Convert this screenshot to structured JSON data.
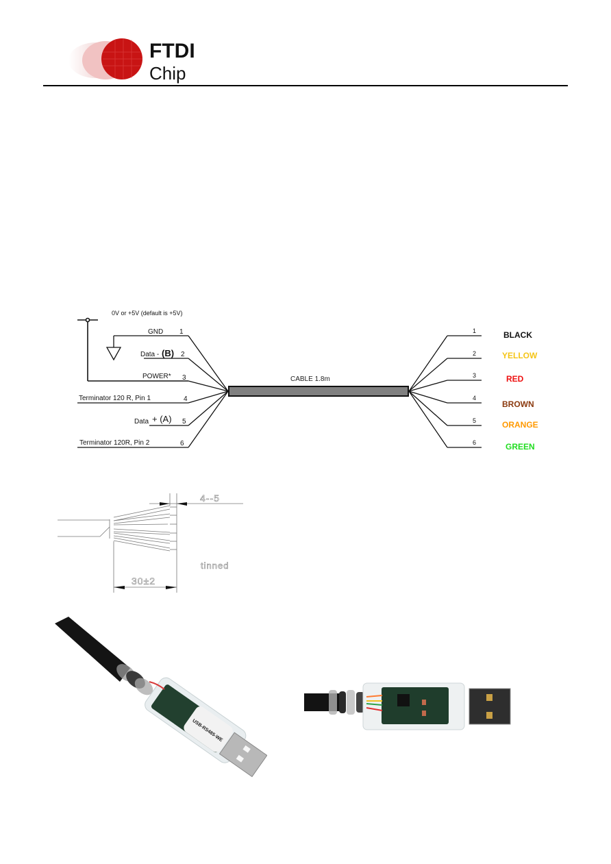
{
  "header": {
    "logo": {
      "line1": "FTDI",
      "line2": "Chip",
      "brand_color": "#cc1111"
    }
  },
  "wiring_diagram": {
    "supply_note": "0V or +5V (default is +5V)",
    "cable_label": "CABLE 1.8m",
    "left_pins": [
      {
        "num": "1",
        "label": "GND"
      },
      {
        "num": "2",
        "label": "Data -",
        "suffix": "(B)"
      },
      {
        "num": "3",
        "label": "POWER*"
      },
      {
        "num": "4",
        "label": "Terminator 120 R, Pin 1"
      },
      {
        "num": "5",
        "label": "Data",
        "suffix": "+ (A)"
      },
      {
        "num": "6",
        "label": "Terminator 120R, Pin 2"
      }
    ],
    "right_pins": [
      {
        "num": "1",
        "color_name": "BLACK",
        "color": "#111111"
      },
      {
        "num": "2",
        "color_name": "YELLOW",
        "color": "#f5c518"
      },
      {
        "num": "3",
        "color_name": "RED",
        "color": "#ee1111"
      },
      {
        "num": "4",
        "color_name": "BROWN",
        "color": "#8b3a0f"
      },
      {
        "num": "5",
        "color_name": "ORANGE",
        "color": "#ff9900"
      },
      {
        "num": "6",
        "color_name": "GREEN",
        "color": "#22dd22"
      }
    ]
  },
  "strip_drawing": {
    "dim_tip": "4--5",
    "dim_length": "30±2",
    "note": "tinned"
  },
  "photos": [
    {
      "name": "cable-end-angled",
      "label_text": "USB-RS485-WE"
    },
    {
      "name": "cable-end-side"
    }
  ]
}
